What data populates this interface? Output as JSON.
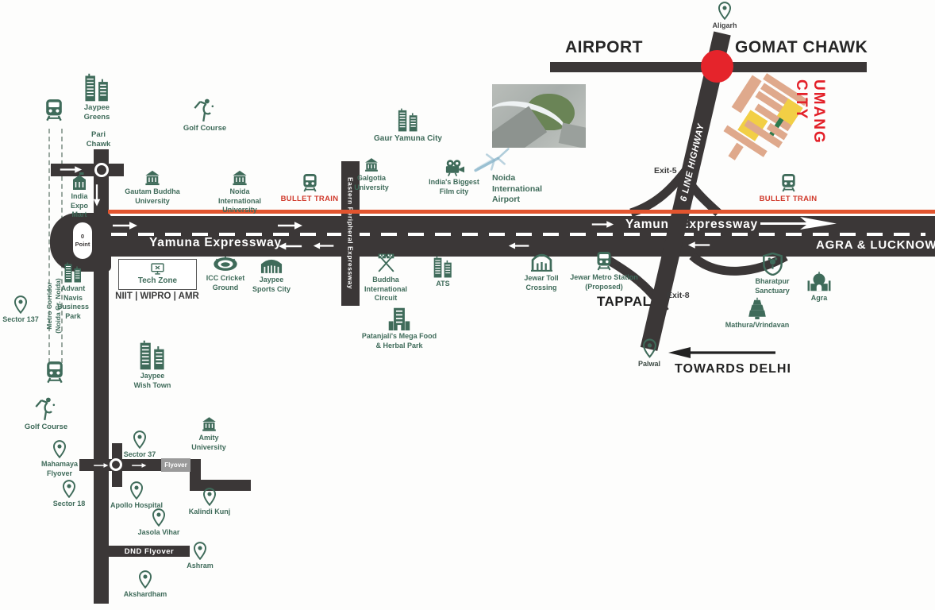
{
  "header": {
    "airport": "AIRPORT",
    "gomat_chawk": "GOMAT CHAWK"
  },
  "roads": {
    "yamuna_expressway": "Yamuna Expressway",
    "eastern_peripheral_expressway": "Eastern Peripheral Expressway",
    "six_line_highway": "6 LINE HIGHWAY",
    "metro_corridor": "Metro Corridor\n(Noida Gr. Noida)",
    "agra_lucknow": "AGRA & LUCKNOW",
    "towards_delhi": "TOWARDS DELHI",
    "dnd_flyover": "DND Flyover",
    "flyover": "Flyover",
    "zero_point": "0\nPoint",
    "exit_5": "Exit-5",
    "exit_8": "Exit-8",
    "bullet_train": "BULLET TRAIN"
  },
  "places": {
    "aligarh": "Aligarh",
    "umang_city": "UMANG CITY",
    "tappal": "TAPPAL",
    "jaypee_greens": "Jaypee\nGreens",
    "pari_chawk": "Pari\nChawk",
    "golf_course": "Golf Course",
    "india_expo_mart": "India\nExpo\nMart",
    "gautam_buddha_university": "Gautam Buddha\nUniversity",
    "noida_international_university": "Noida\nInternational\nUniversity",
    "gaur_yamuna_city": "Gaur Yamuna City",
    "galgotia_university": "Galgotia\nUniversity",
    "film_city": "India's Biggest\nFilm city",
    "noida_international_airport": "Noida\nInternational\nAirport",
    "tech_zone": "Tech Zone",
    "niit_wipro_amr": "NIIT | WIPRO | AMR",
    "icc_cricket_ground": "ICC Cricket\nGround",
    "jaypee_sports_city": "Jaypee\nSports City",
    "buddha_international_circuit": "Buddha\nInternational\nCircuit",
    "ats": "ATS",
    "patanjali": "Patanjali's Mega Food\n& Herbal Park",
    "jewar_toll_crossing": "Jewar Toll\nCrossing",
    "jewar_metro_station": "Jewar Metro Station\n(Proposed)",
    "palwal": "Palwal",
    "bharatpur_sanctuary": "Bharatpur\nSanctuary",
    "agra": "Agra",
    "mathura_vrindavan": "Mathura/Vrindavan",
    "sector_137": "Sector 137",
    "advant_navis": "Advant\nNavis\nBusiness\nPark",
    "jaypee_wish_town": "Jaypee\nWish Town",
    "mahamaya_flyover": "Mahamaya\nFlyover",
    "sector_37": "Sector 37",
    "amity_university": "Amity\nUniversity",
    "sector_18": "Sector 18",
    "apollo_hospital": "Apollo Hospital",
    "kalindi_kunj": "Kalindi Kunj",
    "jasola_vihar": "Jasola Vihar",
    "ashram": "Ashram",
    "akshardham": "Akshardham"
  },
  "colors": {
    "road": "#3b3737",
    "poi_green": "#3f6b5a",
    "bullet_train_line": "#e2552f",
    "junction_red": "#e5242b",
    "umang_red": "#e32028",
    "flyover_badge": "#9a9a9a",
    "siteplan_tan": "#dfa98c",
    "siteplan_yellow": "#f2cf45",
    "siteplan_green": "#2f7a4c"
  }
}
